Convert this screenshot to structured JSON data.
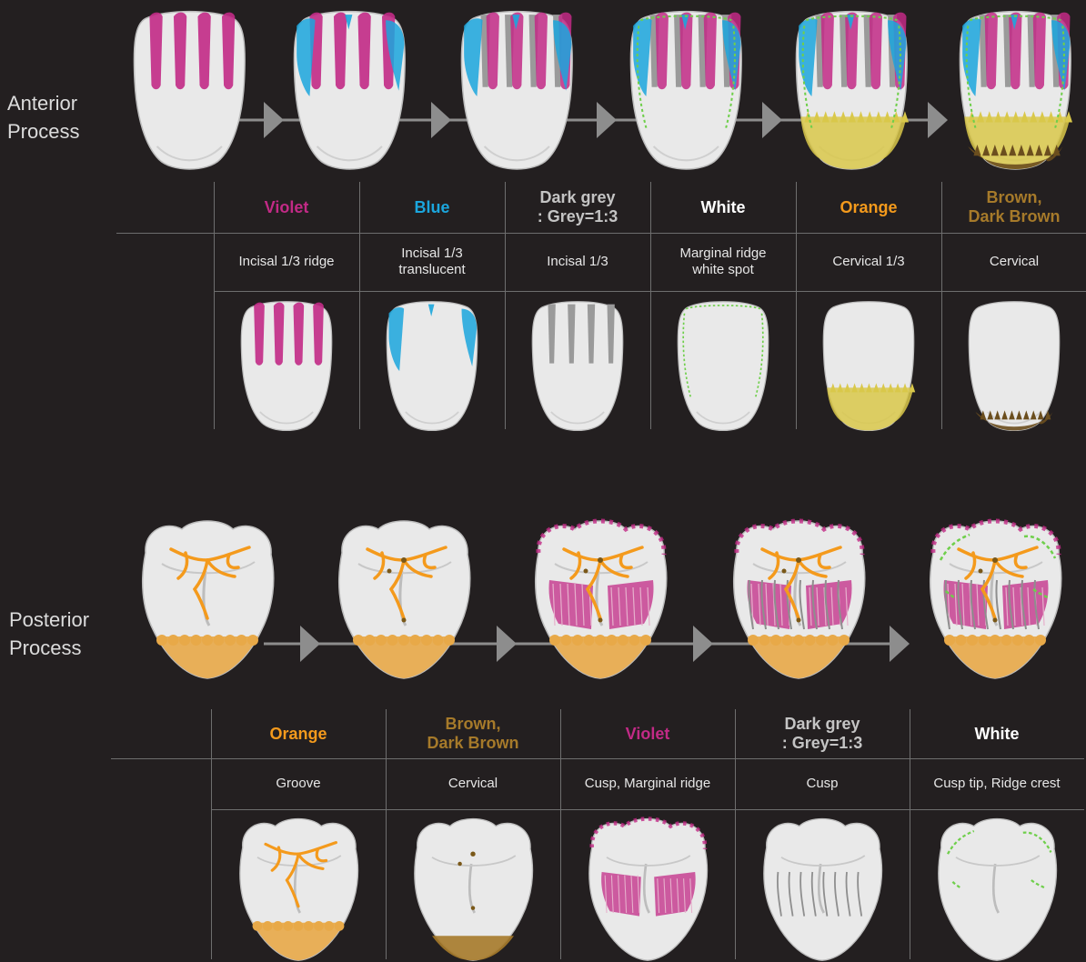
{
  "colors": {
    "violet": "#c22a86",
    "blue": "#1ba6dd",
    "darkgrey": "#c4c4c4",
    "white": "#ffffff",
    "orange": "#f49a1c",
    "brown": "#a67a2a",
    "tooth": "#e9e9e9",
    "arrow": "#8d8d8d",
    "background": "#231f20"
  },
  "anterior": {
    "label_line1": "Anterior",
    "label_line2": "Process",
    "columns": [
      {
        "id": "violet",
        "name": "Violet",
        "color": "#c22a86",
        "desc": "Incisal 1/3 ridge"
      },
      {
        "id": "blue",
        "name": "Blue",
        "color": "#1ba6dd",
        "desc": "Incisal 1/3\ntranslucent"
      },
      {
        "id": "darkgrey",
        "name": "Dark grey\n: Grey=1:3",
        "color": "#c4c4c4",
        "desc": "Incisal 1/3"
      },
      {
        "id": "white",
        "name": "White",
        "color": "#ffffff",
        "desc": "Marginal ridge\nwhite spot"
      },
      {
        "id": "orange",
        "name": "Orange",
        "color": "#f49a1c",
        "desc": "Cervical 1/3"
      },
      {
        "id": "brown",
        "name": "Brown,\nDark Brown",
        "color": "#a67a2a",
        "desc": "Cervical"
      }
    ]
  },
  "posterior": {
    "label_line1": "Posterior",
    "label_line2": "Process",
    "columns": [
      {
        "id": "orange",
        "name": "Orange",
        "color": "#f49a1c",
        "desc": "Groove"
      },
      {
        "id": "brown",
        "name": "Brown,\nDark Brown",
        "color": "#a67a2a",
        "desc": "Cervical"
      },
      {
        "id": "violet",
        "name": "Violet",
        "color": "#c22a86",
        "desc": "Cusp, Marginal ridge"
      },
      {
        "id": "darkgrey",
        "name": "Dark grey\n: Grey=1:3",
        "color": "#c4c4c4",
        "desc": "Cusp"
      },
      {
        "id": "white",
        "name": "White",
        "color": "#ffffff",
        "desc": "Cusp tip, Ridge crest"
      }
    ]
  }
}
